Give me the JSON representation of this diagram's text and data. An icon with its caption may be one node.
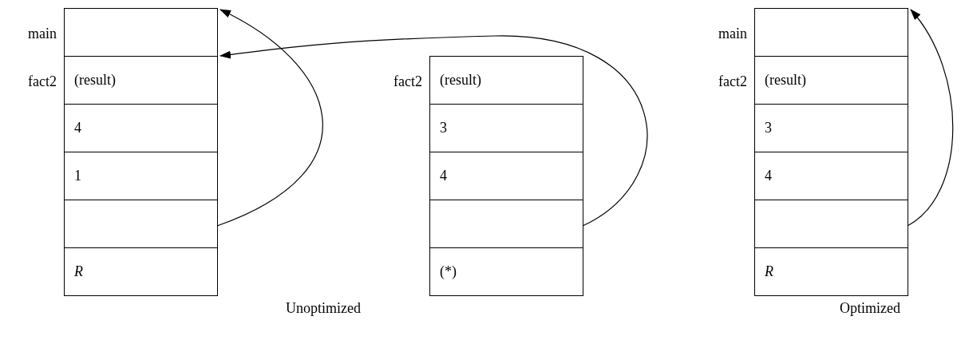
{
  "diagram": {
    "nodes": [
      {
        "text": [],
        "shape": "box",
        "beside": [
          "main"
        ]
      },
      {
        "text": [
          "(result)"
        ],
        "beside": [
          "fact2"
        ]
      },
      {
        "text": [
          "4"
        ]
      },
      {
        "text": [
          "1"
        ]
      },
      {
        "text": [],
        "shape": "box"
      },
      {
        "text": [
          "R"
        ]
      },
      {
        "text": [
          "(result)"
        ],
        "beside": [
          "fact2"
        ]
      },
      {
        "text": [
          "3"
        ]
      },
      {
        "text": [
          "4"
        ]
      },
      {
        "text": [],
        "shape": "box"
      },
      {
        "text": [
          "(*)"
        ]
      },
      {
        "text": [],
        "shape": "box",
        "beside": [
          "main"
        ]
      },
      {
        "text": [
          "(result)"
        ],
        "beside": [
          "fact2"
        ]
      },
      {
        "text": [
          "3"
        ]
      },
      {
        "text": [
          "4"
        ]
      },
      {
        "text": [],
        "shape": "box"
      },
      {
        "text": [
          "R"
        ]
      }
    ],
    "edges": [
      {
        "from": 4,
        "to": 0,
        "arrow": "to"
      },
      {
        "from": 9,
        "to": 1,
        "arrow": "to"
      },
      {
        "from": 15,
        "to": 11,
        "arrow": "to"
      }
    ],
    "labels": [
      "Unoptimized",
      "Optimized"
    ]
  }
}
